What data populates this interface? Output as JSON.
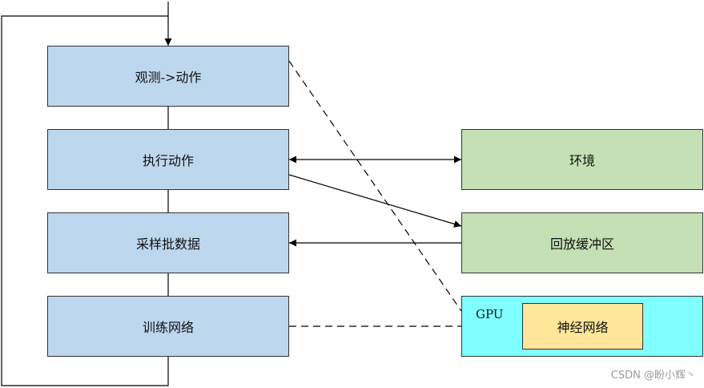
{
  "diagram": {
    "steps": [
      "观测->动作",
      "执行动作",
      "采样批数据",
      "训练网络"
    ],
    "environment": "环境",
    "replay_buffer": "回放缓冲区",
    "gpu_label": "GPU",
    "neural_network": "神经网络"
  },
  "watermark": "CSDN @盼小辉丶"
}
